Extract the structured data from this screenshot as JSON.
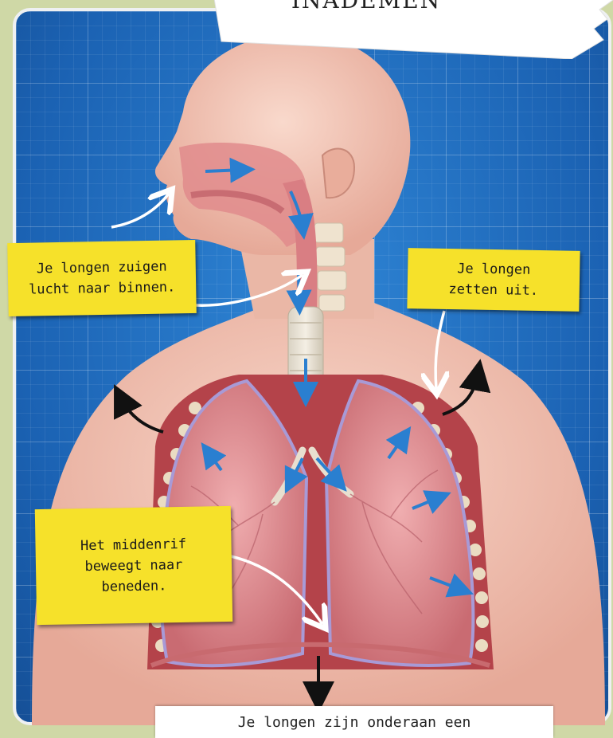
{
  "title": "INADEMEN",
  "labels": {
    "intake": [
      "Je longen zuigen",
      "lucht naar binnen."
    ],
    "expand": [
      "Je longen",
      "zetten uit."
    ],
    "diaphragm": [
      "Het middenrif",
      "beweegt naar",
      "beneden."
    ]
  },
  "footer_text": "Je longen zijn onderaan een",
  "colors": {
    "background_grid": "#1f6fc2",
    "note_yellow": "#f6e12a",
    "skin": "#f2c4b4",
    "lung": "#d98a8f",
    "airflow_arrow": "#2a7fd0"
  }
}
